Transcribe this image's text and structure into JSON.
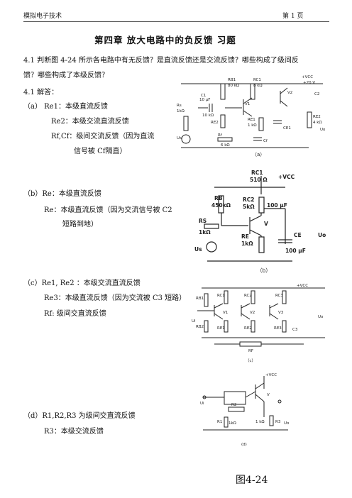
{
  "header": {
    "left": "模拟电子技术",
    "right": "第 1 页"
  },
  "title": "第四章   放大电路中的负反馈     习题",
  "question": {
    "line1": "4.1    判断图  4-24  所示各电路中有无反馈？是直流反馈还是交流反馈？哪些构成了级间反",
    "line2": "馈？哪些构成了本级反馈？"
  },
  "answer_title": "4.1 解答：",
  "answers": {
    "a": [
      "（a）  Re1：本级直流反馈",
      "Re2：本级交流直流反馈",
      "Rf,Cf：级间交流反馈（因为直流",
      "信号被 Cf隔直）"
    ],
    "b": [
      "（b）Re：本级直流反馈",
      "Re：本级直流反馈（因为交流信号被 C2",
      "短路到地）"
    ],
    "c": [
      "（c）Re1, Re2 ：本级交流直流反馈",
      "Re3：本级直流反馈（因为交流被 C3 短路）",
      "Rf:   级间交直流反馈"
    ],
    "d": [
      "（d）R1,R2,R3 为级间交直流反馈",
      "R3：本级交流反馈"
    ]
  },
  "figures": {
    "a": {
      "caption": "（a）",
      "labels": [
        "RB1",
        "80 kΩ",
        "RC1",
        "8 kΩ",
        "C1",
        "10 μF",
        "Rs",
        "1kΩ",
        "10 kΩ",
        "RE2",
        "RE1",
        "1 kΩ",
        "CE1",
        "Rf",
        "6 kΩ",
        "Cf",
        "+VCC",
        "+20 V",
        "C2",
        "RE2",
        "4 kΩ",
        "V1",
        "V2",
        "Us",
        "Uo"
      ]
    },
    "b": {
      "caption": "（b）",
      "labels": [
        "RC1",
        "510 Ω",
        "+VCC",
        "RB",
        "450kΩ",
        "RC2",
        "5kΩ",
        "100 μF",
        "RS",
        "1kΩ",
        "RE",
        "1kΩ",
        "V",
        "CE",
        "100 μF",
        "Us",
        "Uo"
      ]
    },
    "c": {
      "caption": "（c）",
      "labels": [
        "+VCC",
        "RB1",
        "RC1",
        "RC2",
        "RC3",
        "V1",
        "V2",
        "V3",
        "RB2",
        "RE1",
        "RE2",
        "RE3",
        "C3",
        "RF",
        "Ui",
        "Uo"
      ]
    },
    "d": {
      "caption": "(d)",
      "labels": [
        "+VCC",
        "V",
        "R2",
        "R1",
        "1kΩ",
        "1 kΩ",
        "R3",
        "Ui",
        "Uo"
      ]
    }
  },
  "figure_caption": "图4-24"
}
